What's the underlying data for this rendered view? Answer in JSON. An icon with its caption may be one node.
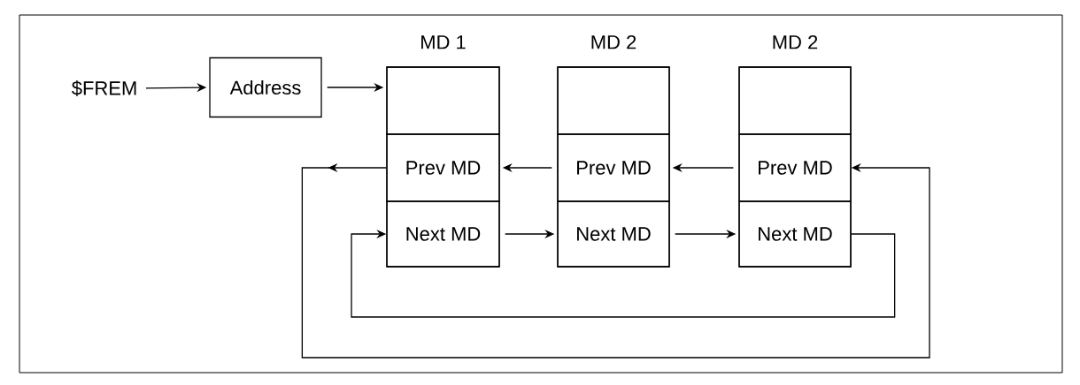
{
  "diagram": {
    "nodes": [
      {
        "text": [
          "$FREM"
        ]
      },
      {
        "text": [
          "Address"
        ]
      },
      {
        "text": [
          "MD 1"
        ]
      },
      {
        "text": [],
        "shape": "box",
        "in": 2
      },
      {
        "text": [
          "Prev MD"
        ],
        "in": 2
      },
      {
        "text": [
          "Next MD"
        ],
        "in": 2
      },
      {
        "text": [
          "MD 2"
        ]
      },
      {
        "text": [],
        "shape": "box",
        "in": 6
      },
      {
        "text": [
          "Prev MD"
        ],
        "in": 6
      },
      {
        "text": [
          "Next MD"
        ],
        "in": 6
      },
      {
        "text": [
          "MD 2"
        ]
      },
      {
        "text": [],
        "shape": "box",
        "in": 10
      },
      {
        "text": [
          "Prev MD"
        ],
        "in": 10
      },
      {
        "text": [
          "Next MD"
        ],
        "in": 10
      }
    ],
    "edges": [
      {
        "from": 0,
        "to": 1,
        "arrow": "to"
      },
      {
        "from": 1,
        "to": 3,
        "arrow": "to"
      },
      {
        "from": 8,
        "to": 4,
        "arrow": "to"
      },
      {
        "from": 12,
        "to": 8,
        "arrow": "to"
      },
      {
        "from": 5,
        "to": 9,
        "arrow": "to"
      },
      {
        "from": 9,
        "to": 13,
        "arrow": "to"
      },
      {
        "from": 4,
        "to": 12,
        "arrow": "to"
      },
      {
        "from": 13,
        "to": 5,
        "arrow": "to"
      }
    ]
  }
}
